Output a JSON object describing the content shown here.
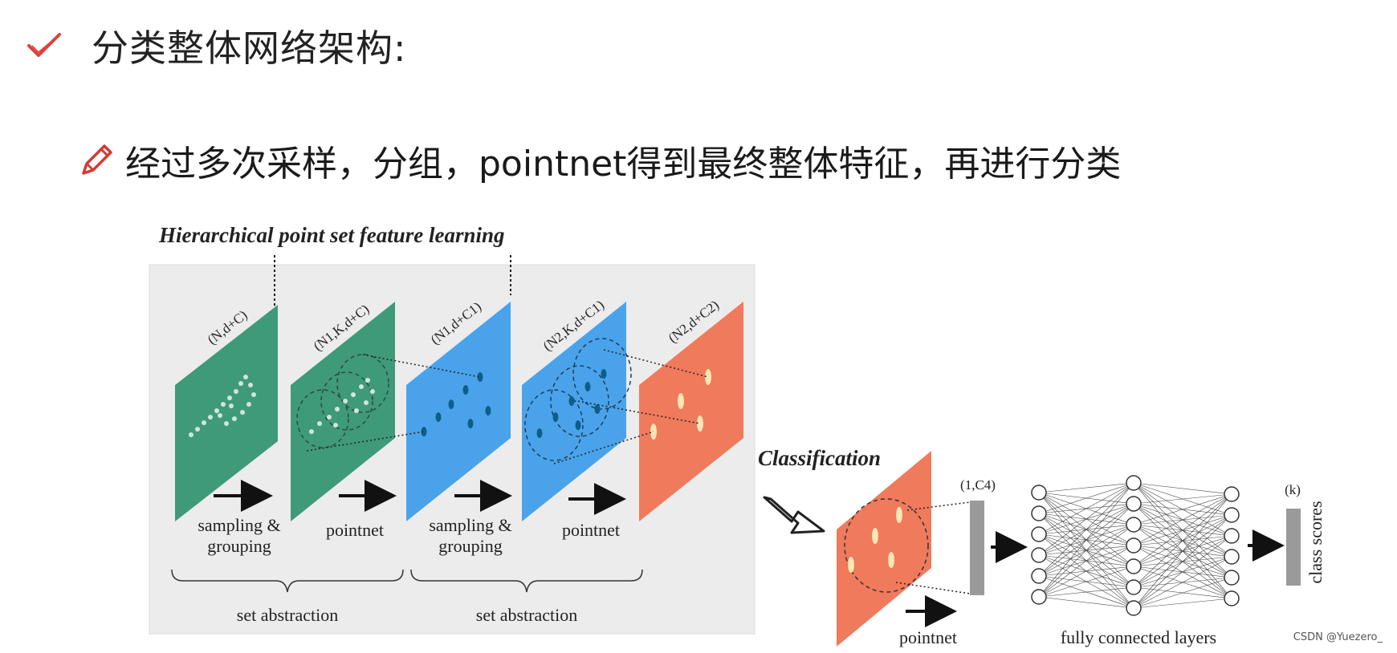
{
  "heading": {
    "icon": "check-icon",
    "text": "分类整体网络架构:"
  },
  "subheading": {
    "icon": "pencil-icon",
    "text": "经过多次采样，分组，pointnet得到最终整体特征，再进行分类"
  },
  "diagram": {
    "hierarchical_title": "Hierarchical point set feature learning",
    "classification_title": "Classification",
    "planes": [
      {
        "label": "(N,d+C)",
        "color": "#3f9a7a"
      },
      {
        "label": "(N1,K,d+C)",
        "color": "#3f9a7a"
      },
      {
        "label": "(N1,d+C1)",
        "color": "#4aa3ea"
      },
      {
        "label": "(N2,K,d+C1)",
        "color": "#4aa3ea"
      },
      {
        "label": "(N2,d+C2)",
        "color": "#ef7a5c"
      }
    ],
    "step_labels": {
      "s1_line1": "sampling &",
      "s1_line2": "grouping",
      "s2": "pointnet",
      "s3_line1": "sampling &",
      "s3_line2": "grouping",
      "s4": "pointnet"
    },
    "set_abstraction_1": "set abstraction",
    "set_abstraction_2": "set abstraction",
    "cls_pointnet": "pointnet",
    "feature_label": "(1,C4)",
    "fc_label": "fully connected layers",
    "output_label": "(k)",
    "class_scores": "class scores"
  },
  "watermark": "CSDN @Yuezero_",
  "colors": {
    "green": "#3f9a7a",
    "blue": "#4aa3ea",
    "orange": "#ef7a5c",
    "check_red": "#e0403a",
    "panel_bg": "#ececec"
  }
}
